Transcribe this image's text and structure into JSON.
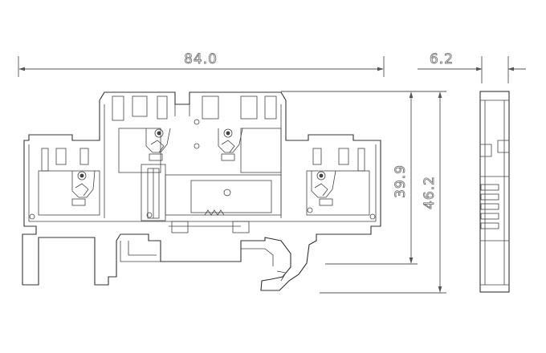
{
  "dimensions": {
    "overall_width": "84.0",
    "side_width": "6.2",
    "inner_height": "39.9",
    "overall_height": "46.2"
  },
  "colors": {
    "line": "#333333",
    "dimension": "#555555",
    "background": "#ffffff"
  }
}
